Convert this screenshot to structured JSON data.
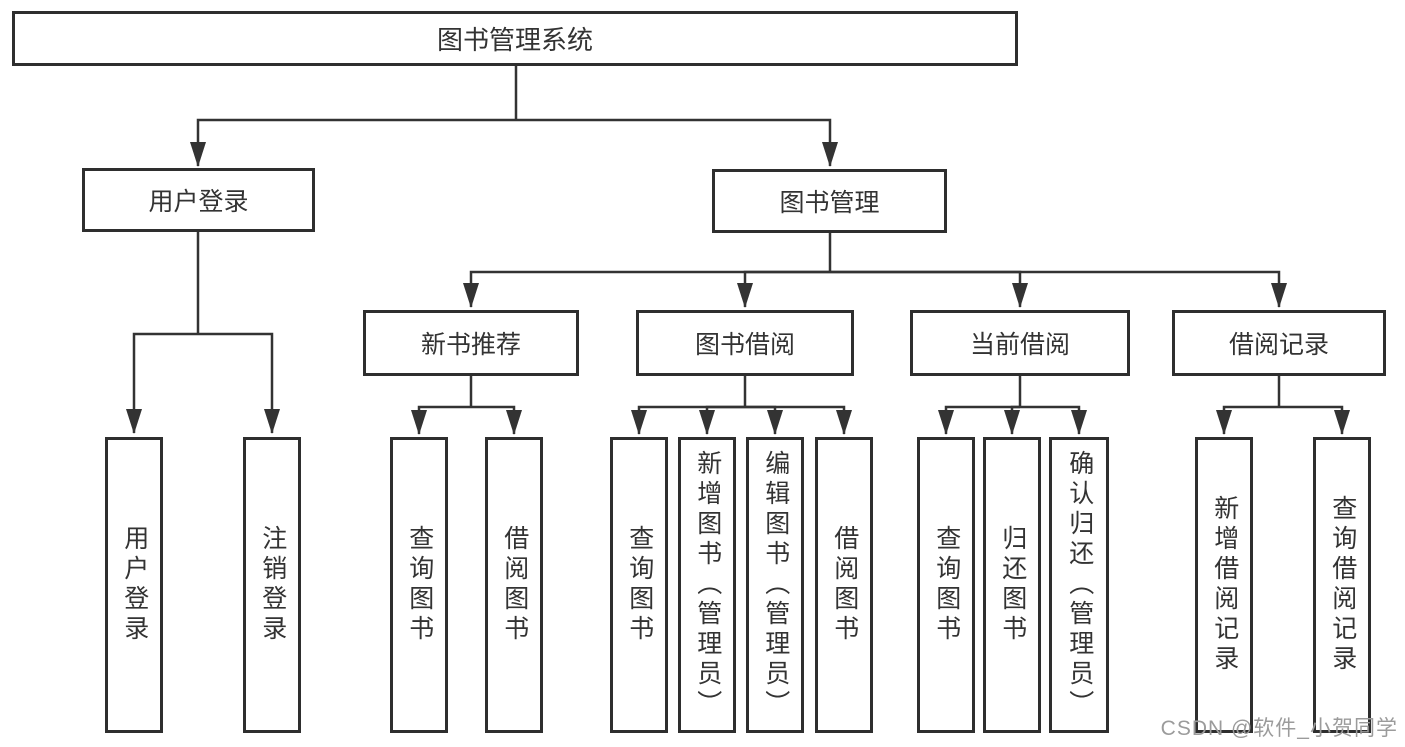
{
  "diagram": {
    "title_node": {
      "label": "图书管理系统"
    },
    "level2": [
      {
        "label": "用户登录"
      },
      {
        "label": "图书管理"
      }
    ],
    "level3": [
      {
        "label": "新书推荐"
      },
      {
        "label": "图书借阅"
      },
      {
        "label": "当前借阅"
      },
      {
        "label": "借阅记录"
      }
    ],
    "level4": {
      "user_login_children": [
        {
          "label": "用户登录"
        },
        {
          "label": "注销登录"
        }
      ],
      "new_book_children": [
        {
          "label": "查询图书"
        },
        {
          "label": "借阅图书"
        }
      ],
      "book_borrow_children": [
        {
          "label": "查询图书"
        },
        {
          "label": "新增图书（管理员）"
        },
        {
          "label": "编辑图书（管理员）"
        },
        {
          "label": "借阅图书"
        }
      ],
      "current_borrow_children": [
        {
          "label": "查询图书"
        },
        {
          "label": "归还图书"
        },
        {
          "label": "确认归还（管理员）"
        }
      ],
      "borrow_record_children": [
        {
          "label": "新增借阅记录"
        },
        {
          "label": "查询借阅记录"
        }
      ]
    },
    "line_color": "#333333",
    "box_border_color": "#2e2e2e",
    "text_color": "#333333"
  },
  "watermark": {
    "text": "CSDN @软件_小贺同学",
    "color": "#9b9b9b"
  }
}
